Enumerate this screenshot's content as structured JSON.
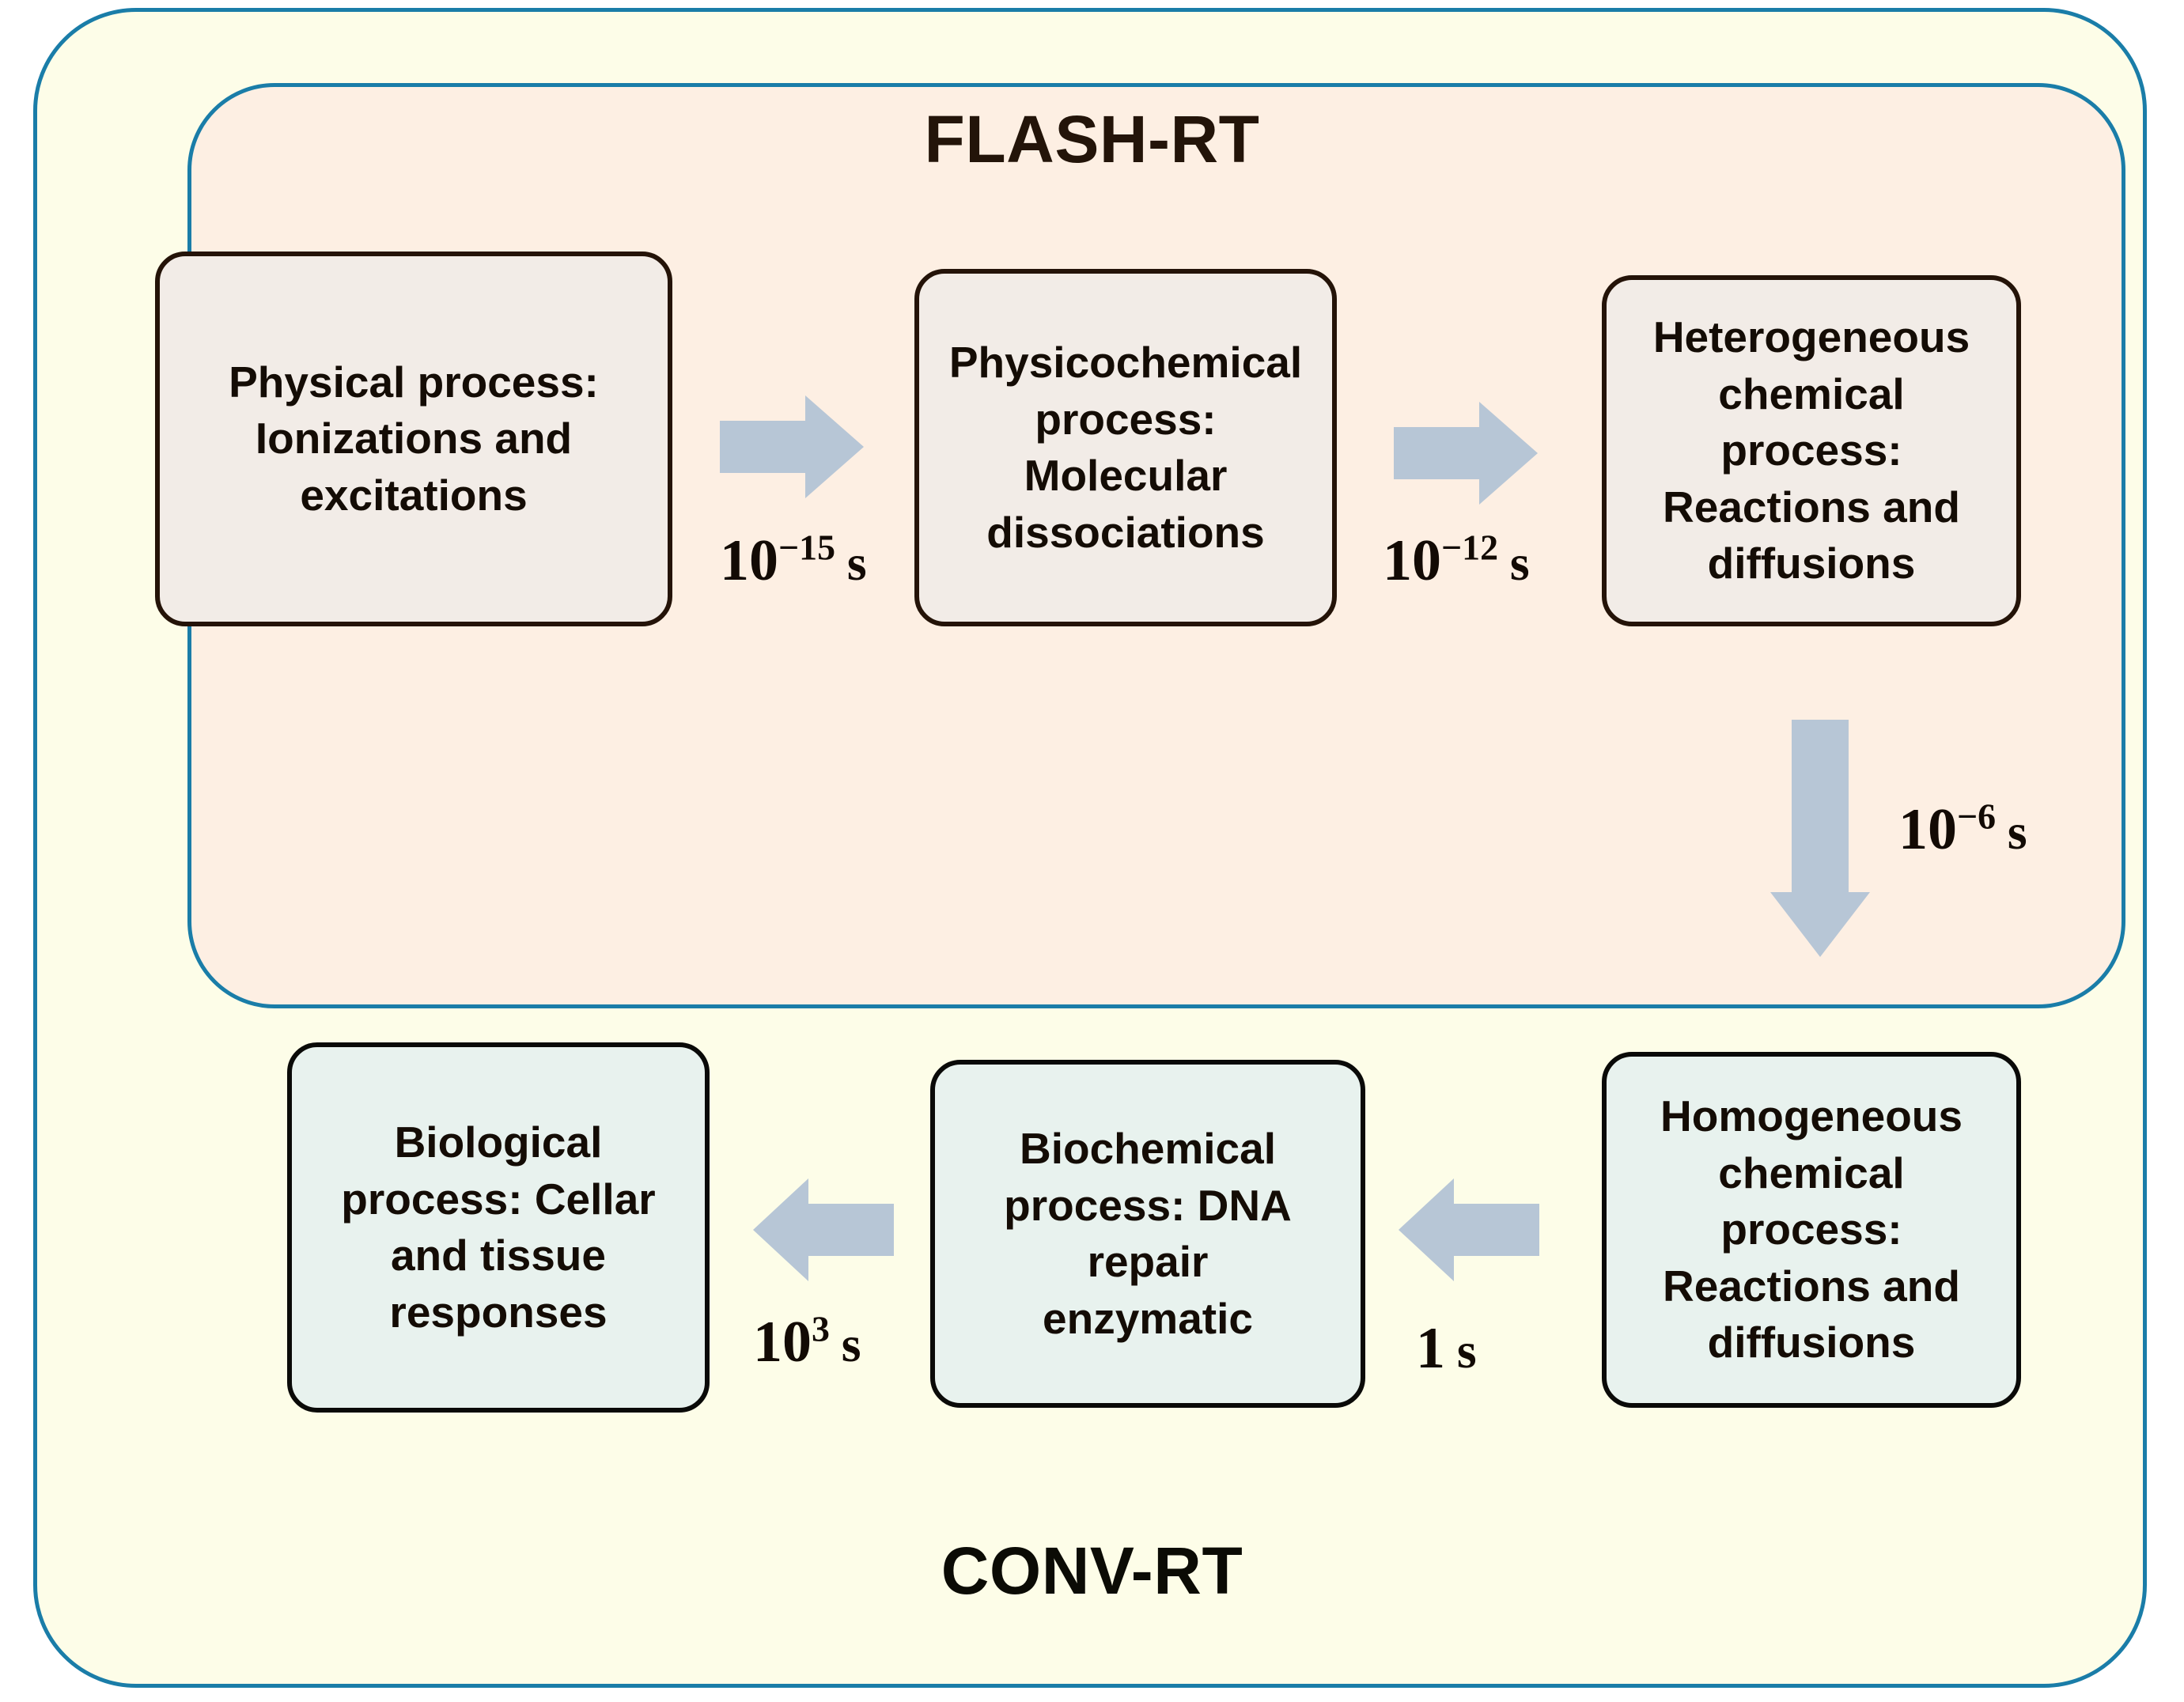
{
  "diagram": {
    "title_flash": "FLASH-RT",
    "title_conv": "CONV-RT",
    "colors": {
      "outer_border": "#1a7da8",
      "outer_fill": "#fdfde8",
      "inner_border": "#1a7da8",
      "inner_fill": "#fdefe3",
      "top_box_fill": "#f2ece7",
      "bottom_box_fill": "#e8f2ee",
      "box_border": "#1c1006",
      "arrow_fill": "#b7c6d6",
      "text": "#140c05"
    },
    "stages": [
      {
        "id": "physical",
        "label": "Physical process:\nIonizations and\nexcitations",
        "group": "flash"
      },
      {
        "id": "physicochemical",
        "label": "Physicochemical\nprocess:\nMolecular\ndissociations",
        "group": "flash"
      },
      {
        "id": "heterogeneous",
        "label": "Heterogeneous\nchemical\nprocess:\nReactions and\ndiffusions",
        "group": "flash"
      },
      {
        "id": "homogeneous",
        "label": "Homogeneous\nchemical\nprocess:\nReactions and\ndiffusions",
        "group": "conv"
      },
      {
        "id": "biochemical",
        "label": "Biochemical\nprocess: DNA\nrepair\nenzymatic",
        "group": "conv"
      },
      {
        "id": "biological",
        "label": "Biological\nprocess: Cellar\nand tissue\nresponses",
        "group": "conv"
      }
    ],
    "transitions": [
      {
        "id": "t1",
        "from": "physical",
        "to": "physicochemical",
        "direction": "right",
        "base": "10",
        "exponent": "−15",
        "unit": "s",
        "label": "10⁻¹⁵ s"
      },
      {
        "id": "t2",
        "from": "physicochemical",
        "to": "heterogeneous",
        "direction": "right",
        "base": "10",
        "exponent": "−12",
        "unit": "s",
        "label": "10⁻¹² s"
      },
      {
        "id": "t3",
        "from": "heterogeneous",
        "to": "homogeneous",
        "direction": "down",
        "base": "10",
        "exponent": "−6",
        "unit": "s",
        "label": "10⁻⁶ s"
      },
      {
        "id": "t4",
        "from": "homogeneous",
        "to": "biochemical",
        "direction": "left",
        "base": "1",
        "exponent": "",
        "unit": "s",
        "label": "1 s"
      },
      {
        "id": "t5",
        "from": "biochemical",
        "to": "biological",
        "direction": "left",
        "base": "10",
        "exponent": "3",
        "unit": "s",
        "label": "10³ s"
      }
    ]
  }
}
